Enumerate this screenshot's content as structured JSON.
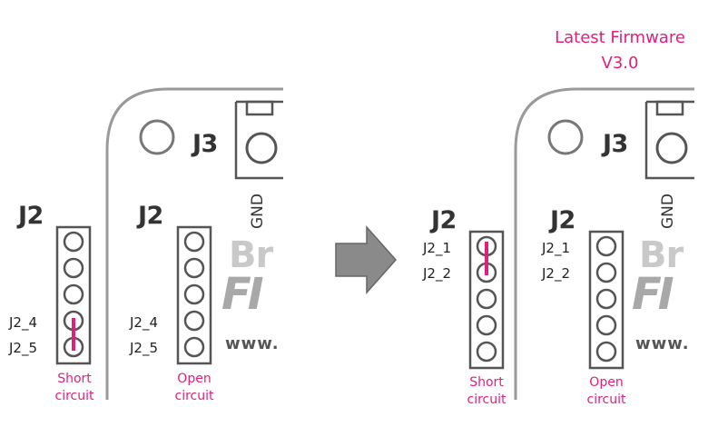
{
  "firmware": {
    "line1": "Latest Firmware",
    "line2": "V3.0"
  },
  "left": {
    "j3": "J3",
    "gnd": "GND",
    "short_header": {
      "title": "J2",
      "pin_a": "J2_4",
      "pin_b": "J2_5",
      "caption1": "Short",
      "caption2": "circuit"
    },
    "open_header": {
      "title": "J2",
      "pin_a": "J2_4",
      "pin_b": "J2_5",
      "caption1": "Open",
      "caption2": "circuit"
    }
  },
  "right": {
    "j3": "J3",
    "gnd": "GND",
    "short_header": {
      "title": "J2",
      "pin_a": "J2_1",
      "pin_b": "J2_2",
      "caption1": "Short",
      "caption2": "circuit"
    },
    "open_header": {
      "title": "J2",
      "pin_a": "J2_1",
      "pin_b": "J2_2",
      "caption1": "Open",
      "caption2": "circuit"
    }
  },
  "colors": {
    "accent": "#e0217a",
    "outline": "#555555",
    "board_edge": "#9a9a9a",
    "arrow": "#888888"
  }
}
